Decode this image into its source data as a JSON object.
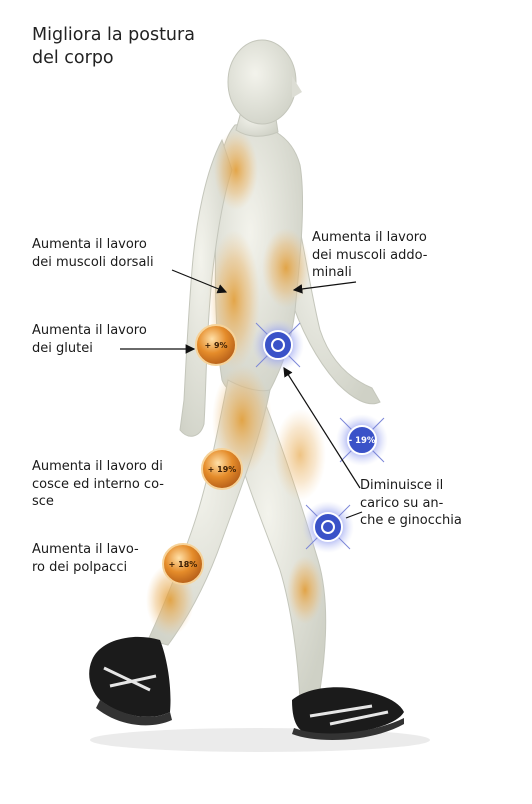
{
  "title": "Migliora la postura\ndel corpo",
  "labels": {
    "dorsali": "Aumenta il lavoro\ndei muscoli dorsali",
    "addominali": "Aumenta il lavoro\ndei muscoli addo-\nminali",
    "glutei": "Aumenta il lavoro\ndei glutei",
    "cosce": "Aumenta il lavoro di\ncosce ed interno co-\nsce",
    "polpacci": "Aumenta il lavo-\nro dei polpacci",
    "carico": "Diminuisce il\ncarico su an-\nche e ginocchia"
  },
  "badges": {
    "glutei": "+ 9%",
    "cosce": "+ 19%",
    "polpacci": "+ 18%",
    "anche": "- 19%"
  },
  "colors": {
    "body": "#e6e7df",
    "highlight": "#e8a33a",
    "badge_orange": "#d6801f",
    "badge_blue": "#3a52c8",
    "shoe": "#1b1b1b"
  }
}
